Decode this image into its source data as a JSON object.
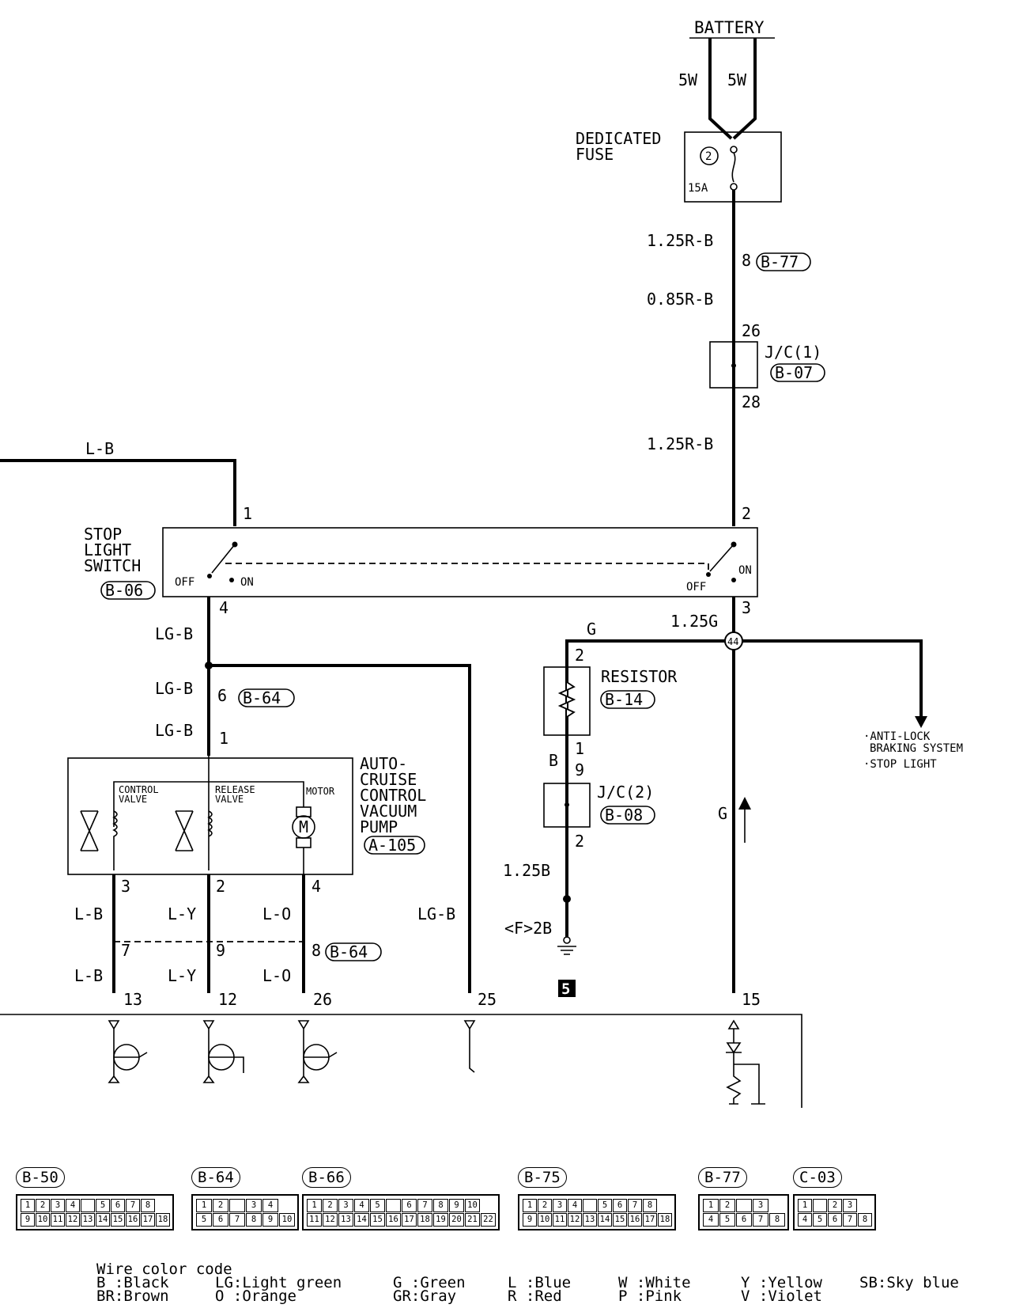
{
  "battery": {
    "label": "BATTERY",
    "wire_left": "5W",
    "wire_right": "5W"
  },
  "fuse": {
    "label_line1": "DEDICATED",
    "label_line2": "FUSE",
    "number": "2",
    "rating": "15A"
  },
  "wires": {
    "w1": "1.25R-B",
    "w2": "0.85R-B",
    "w3": "1.25R-B",
    "lb_top": "L-B",
    "lgb_1": "LG-B",
    "lgb_2": "LG-B",
    "lgb_3": "LG-B",
    "lgb_right": "LG-B",
    "g_resistor": "G",
    "g_125": "1.25G",
    "b_resistor": "B",
    "b_125": "1.25B",
    "ground_label": "<F>2B",
    "g_vertical": "G",
    "lb_a": "L-B",
    "ly_a": "L-Y",
    "lo_a": "L-O",
    "lb_b": "L-B",
    "ly_b": "L-Y",
    "lo_b": "L-O"
  },
  "pins": {
    "b77_pin": "8",
    "jc1_in": "26",
    "jc1_out": "28",
    "sw_1": "1",
    "sw_2": "2",
    "sw_3": "3",
    "sw_4": "4",
    "b64_6": "6",
    "pump_1": "1",
    "pump_3": "3",
    "pump_2": "2",
    "pump_4": "4",
    "b64_7": "7",
    "b64_9": "9",
    "b64_8": "8",
    "ecu_13": "13",
    "ecu_12": "12",
    "ecu_26": "26",
    "ecu_25": "25",
    "ecu_15": "15",
    "res_2": "2",
    "res_1": "1",
    "jc2_9": "9",
    "jc2_2": "2"
  },
  "tags": {
    "b77": "B-77",
    "b07": "B-07",
    "b06": "B-06",
    "b64_a": "B-64",
    "b64_b": "B-64",
    "a105": "A-105",
    "b14": "B-14",
    "b08": "B-08"
  },
  "components": {
    "jc1": "J/C(1)",
    "jc2": "J/C(2)",
    "stop_switch": [
      "STOP",
      "LIGHT",
      "SWITCH"
    ],
    "sw_off_left": "OFF",
    "sw_on_left": "ON",
    "sw_off_right": "OFF",
    "sw_on_right": "ON",
    "resistor": "RESISTOR",
    "pump": [
      "AUTO-",
      "CRUISE",
      "CONTROL",
      "VACUUM",
      "PUMP"
    ],
    "control_valve": [
      "CONTROL",
      "VALVE"
    ],
    "release_valve": [
      "RELEASE",
      "VALVE"
    ],
    "motor": "MOTOR",
    "motor_symbol": "M",
    "junction_44": "44",
    "ground_point": "5",
    "abs": [
      "·ANTI-LOCK",
      "BRAKING SYSTEM",
      "·STOP LIGHT"
    ]
  },
  "connectors": [
    {
      "id": "B-50",
      "rows": [
        [
          "1",
          "2",
          "3",
          "4",
          "KEY",
          "5",
          "6",
          "7",
          "8"
        ],
        [
          "9",
          "10",
          "11",
          "12",
          "13",
          "14",
          "15",
          "16",
          "17",
          "18"
        ]
      ]
    },
    {
      "id": "B-64",
      "rows": [
        [
          "1",
          "2",
          "KEY",
          "3",
          "4"
        ],
        [
          "5",
          "6",
          "7",
          "8",
          "9",
          "10"
        ]
      ]
    },
    {
      "id": "B-66",
      "rows": [
        [
          "1",
          "2",
          "3",
          "4",
          "5",
          "KEY",
          "6",
          "7",
          "8",
          "9",
          "10"
        ],
        [
          "11",
          "12",
          "13",
          "14",
          "15",
          "16",
          "17",
          "18",
          "19",
          "20",
          "21",
          "22"
        ]
      ]
    },
    {
      "id": "B-75",
      "rows": [
        [
          "1",
          "2",
          "3",
          "4",
          "KEY",
          "5",
          "6",
          "7",
          "8"
        ],
        [
          "9",
          "10",
          "11",
          "12",
          "13",
          "14",
          "15",
          "16",
          "17",
          "18"
        ]
      ]
    },
    {
      "id": "B-77",
      "rows": [
        [
          "1",
          "2",
          "KEY",
          "3"
        ],
        [
          "4",
          "5",
          "6",
          "7",
          "8"
        ]
      ]
    },
    {
      "id": "C-03",
      "rows": [
        [
          "1",
          "KEY",
          "2",
          "3"
        ],
        [
          "4",
          "5",
          "6",
          "7",
          "8"
        ]
      ]
    }
  ],
  "legend": {
    "title": "Wire color code",
    "col1": "B :Black\nBR:Brown",
    "col2": "LG:Light green\nO :Orange",
    "col3": "G :Green\nGR:Gray",
    "col4": "L :Blue\nR :Red",
    "col5": "W :White\nP :Pink",
    "col6": "Y :Yellow\nV :Violet",
    "col7": "SB:Sky blue"
  }
}
